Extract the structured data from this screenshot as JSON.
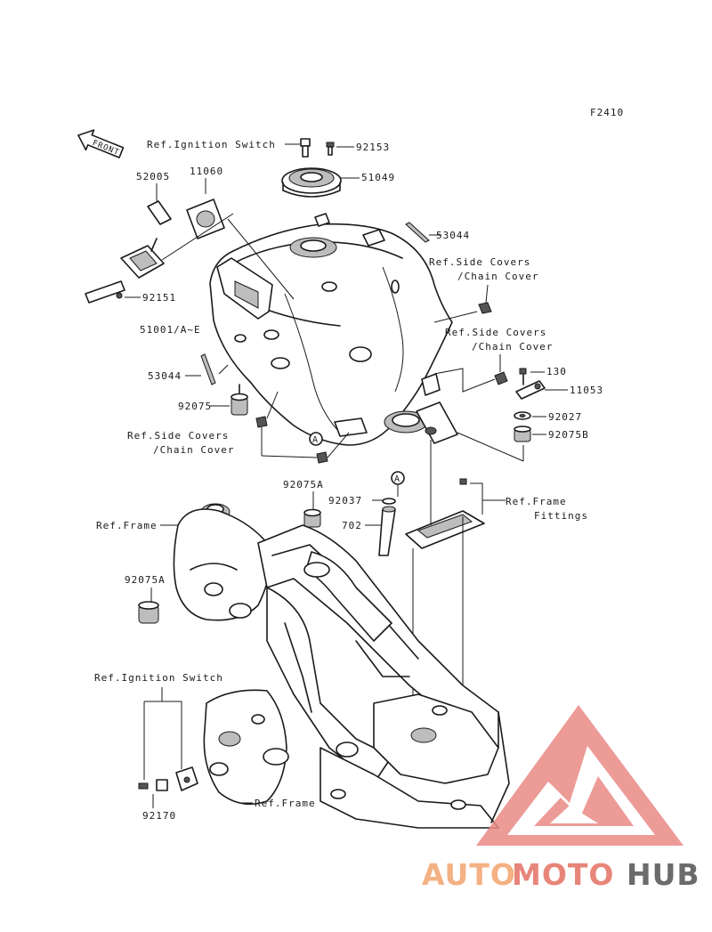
{
  "figure_code": "F2410",
  "front_label": "FRONT",
  "labels": {
    "ref_ign_top": "Ref.Ignition Switch",
    "p92153": "92153",
    "p51049": "51049",
    "p52005": "52005",
    "p11060": "11060",
    "p53044_top": "53044",
    "ref_side_1a": "Ref.Side Covers",
    "ref_side_1b": "/Chain Cover",
    "p92151": "92151",
    "p51001": "51001/A~E",
    "ref_side_2a": "Ref.Side Covers",
    "ref_side_2b": "/Chain Cover",
    "p130": "130",
    "p11053": "11053",
    "p53044_left": "53044",
    "p92027": "92027",
    "p92075": "92075",
    "p92075B": "92075B",
    "ref_side_3a": "Ref.Side Covers",
    "ref_side_3b": "/Chain Cover",
    "p92075A_top": "92075A",
    "p92037": "92037",
    "ref_fittings_a": "Ref.Frame",
    "ref_fittings_b": "Fittings",
    "ref_frame_1": "Ref.Frame",
    "p702": "702",
    "p92075A_left": "92075A",
    "ref_ign_bottom": "Ref.Ignition Switch",
    "ref_frame_2": "Ref.Frame",
    "p92170": "92170",
    "marker_a": "A"
  },
  "watermark": {
    "part1": "AUTO",
    "part2": "MOTO",
    "part3": "HUB",
    "color1": "#f4b183",
    "color2": "#e8857a",
    "color3": "#6b6b6b",
    "logo_color": "#ea8a86"
  }
}
